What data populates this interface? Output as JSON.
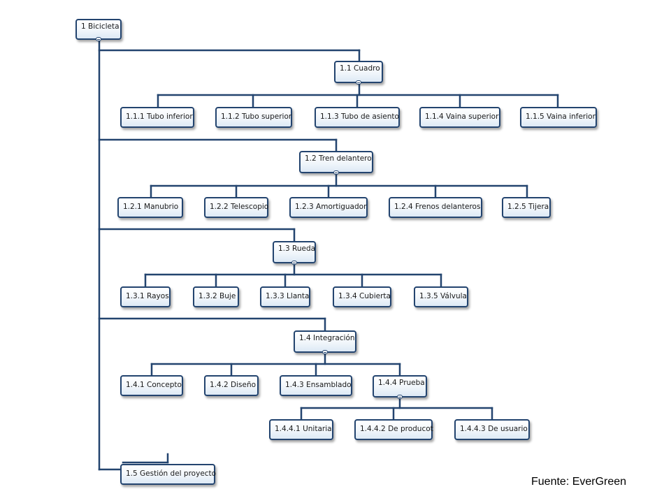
{
  "diagram": {
    "root": {
      "label": "1 Bicicleta"
    },
    "groups": [
      {
        "label": "1.1 Cuadro",
        "children": [
          "1.1.1 Tubo inferior",
          "1.1.2 Tubo superior",
          "1.1.3 Tubo de asiento",
          "1.1.4 Vaina superior",
          "1.1.5 Vaina inferior"
        ]
      },
      {
        "label": "1.2 Tren delantero",
        "children": [
          "1.2.1 Manubrio",
          "1.2.2 Telescopio",
          "1.2.3 Amortiguador",
          "1.2.4 Frenos delanteros",
          "1.2.5 Tijera"
        ]
      },
      {
        "label": "1.3 Rueda",
        "children": [
          "1.3.1 Rayos",
          "1.3.2 Buje",
          "1.3.3 Llanta",
          "1.3.4 Cubierta",
          "1.3.5 Válvula"
        ]
      },
      {
        "label": "1.4 Integración",
        "children": [
          "1.4.1 Concepto",
          "1.4.2 Diseño",
          "1.4.3 Ensamblado",
          "1.4.4 Prueba"
        ],
        "subgroup": {
          "label": "1.4.4 Prueba",
          "children": [
            "1.4.4.1 Unitaria",
            "1.4.4.2 De producot",
            "1.4.4.3 De usuario"
          ]
        }
      },
      {
        "label": "1.5 Gestión del proyecto",
        "children": []
      }
    ]
  },
  "caption": "Fuente: EverGreen",
  "colors": {
    "line": "#23446f",
    "node_border": "#23446f",
    "node_fill_top": "#ffffff",
    "node_fill_bottom": "#dde9f5"
  }
}
